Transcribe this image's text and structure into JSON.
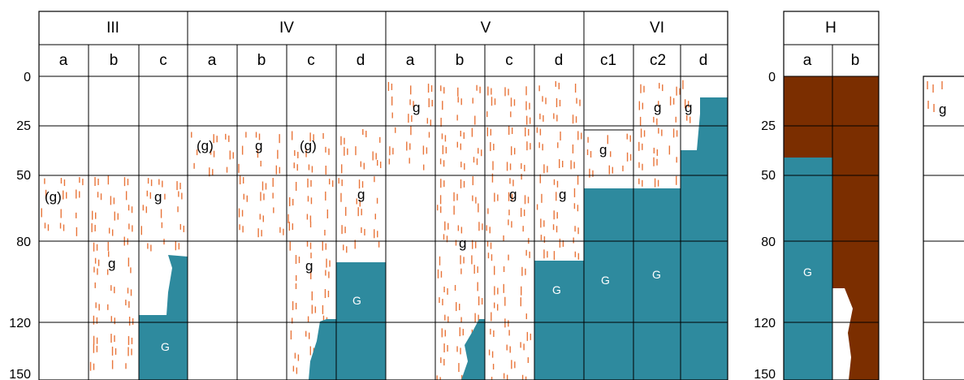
{
  "colors": {
    "gley": "#2e8a9e",
    "organic": "#7b2e00",
    "mottle": "#e8753a",
    "line": "#000000",
    "background": "#ffffff"
  },
  "depth_ticks": [
    "0",
    "25",
    "50",
    "80",
    "120",
    "150"
  ],
  "profiles": [
    {
      "group": "III",
      "columns": [
        "a",
        "b",
        "c"
      ]
    },
    {
      "group": "IV",
      "columns": [
        "a",
        "b",
        "c",
        "d"
      ]
    },
    {
      "group": "V",
      "columns": [
        "a",
        "b",
        "c",
        "d"
      ]
    },
    {
      "group": "VI",
      "columns": [
        "c1",
        "c2",
        "d"
      ]
    }
  ],
  "h_profile": {
    "group": "H",
    "columns": [
      "a",
      "b"
    ]
  },
  "labels": {
    "g": "g",
    "g_paren": "(g)",
    "G": "G"
  },
  "legend": {
    "label": "g"
  }
}
